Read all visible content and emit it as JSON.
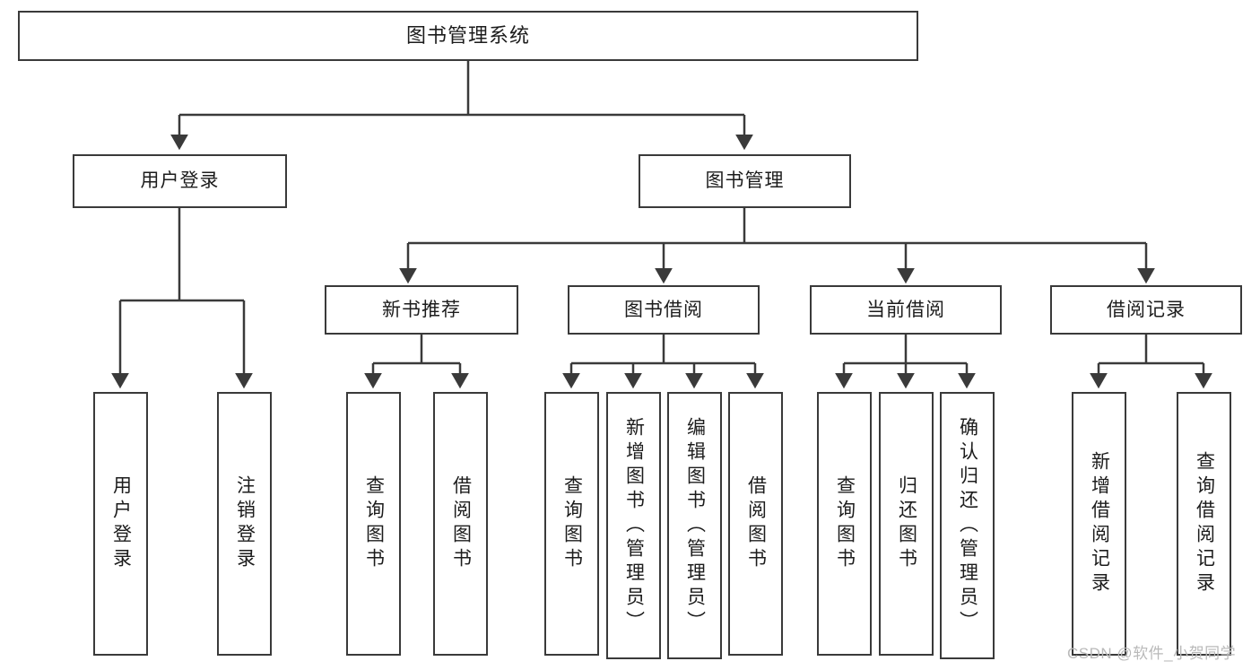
{
  "diagram": {
    "title": "图书管理系统",
    "type": "tree-hierarchy-diagram",
    "watermark": "CSDN @软件_小贺同学",
    "root": {
      "label": "图书管理系统"
    },
    "level1": [
      {
        "label": "用户登录"
      },
      {
        "label": "图书管理"
      }
    ],
    "level2": [
      {
        "label": "新书推荐"
      },
      {
        "label": "图书借阅"
      },
      {
        "label": "当前借阅"
      },
      {
        "label": "借阅记录"
      }
    ],
    "leaves": {
      "user_login": [
        {
          "label": "用户登录"
        },
        {
          "label": "注销登录"
        }
      ],
      "new_book_recommend": [
        {
          "label": "查询图书"
        },
        {
          "label": "借阅图书"
        }
      ],
      "book_borrow": [
        {
          "label": "查询图书"
        },
        {
          "label": "新增图书（管理员）"
        },
        {
          "label": "编辑图书（管理员）"
        },
        {
          "label": "借阅图书"
        }
      ],
      "current_borrow": [
        {
          "label": "查询图书"
        },
        {
          "label": "归还图书"
        },
        {
          "label": "确认归还（管理员）"
        }
      ],
      "borrow_record": [
        {
          "label": "新增借阅记录"
        },
        {
          "label": "查询借阅记录"
        }
      ]
    },
    "colors": {
      "stroke": "#3a3a3a",
      "box_fill": "#ffffff",
      "text": "#1c1c1c",
      "watermark": "#b9b9b9",
      "background": "#ffffff"
    }
  }
}
